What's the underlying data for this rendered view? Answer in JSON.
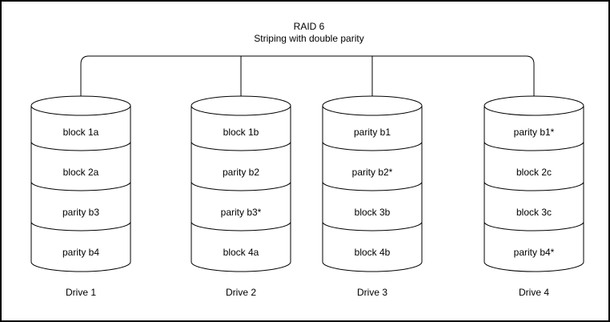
{
  "diagram": {
    "title": "RAID 6",
    "subtitle": "Striping with double parity",
    "drives": [
      {
        "label": "Drive 1",
        "blocks": [
          "block 1a",
          "block 2a",
          "parity b3",
          "parity b4"
        ]
      },
      {
        "label": "Drive 2",
        "blocks": [
          "block 1b",
          "parity b2",
          "parity b3*",
          "block 4a"
        ]
      },
      {
        "label": "Drive 3",
        "blocks": [
          "parity b1",
          "parity b2*",
          "block 3b",
          "block 4b"
        ]
      },
      {
        "label": "Drive 4",
        "blocks": [
          "parity b1*",
          "block 2c",
          "block 3c",
          "parity b4*"
        ]
      }
    ],
    "colors": {
      "stroke": "#000000",
      "background": "#ffffff",
      "border": "#000000"
    }
  }
}
